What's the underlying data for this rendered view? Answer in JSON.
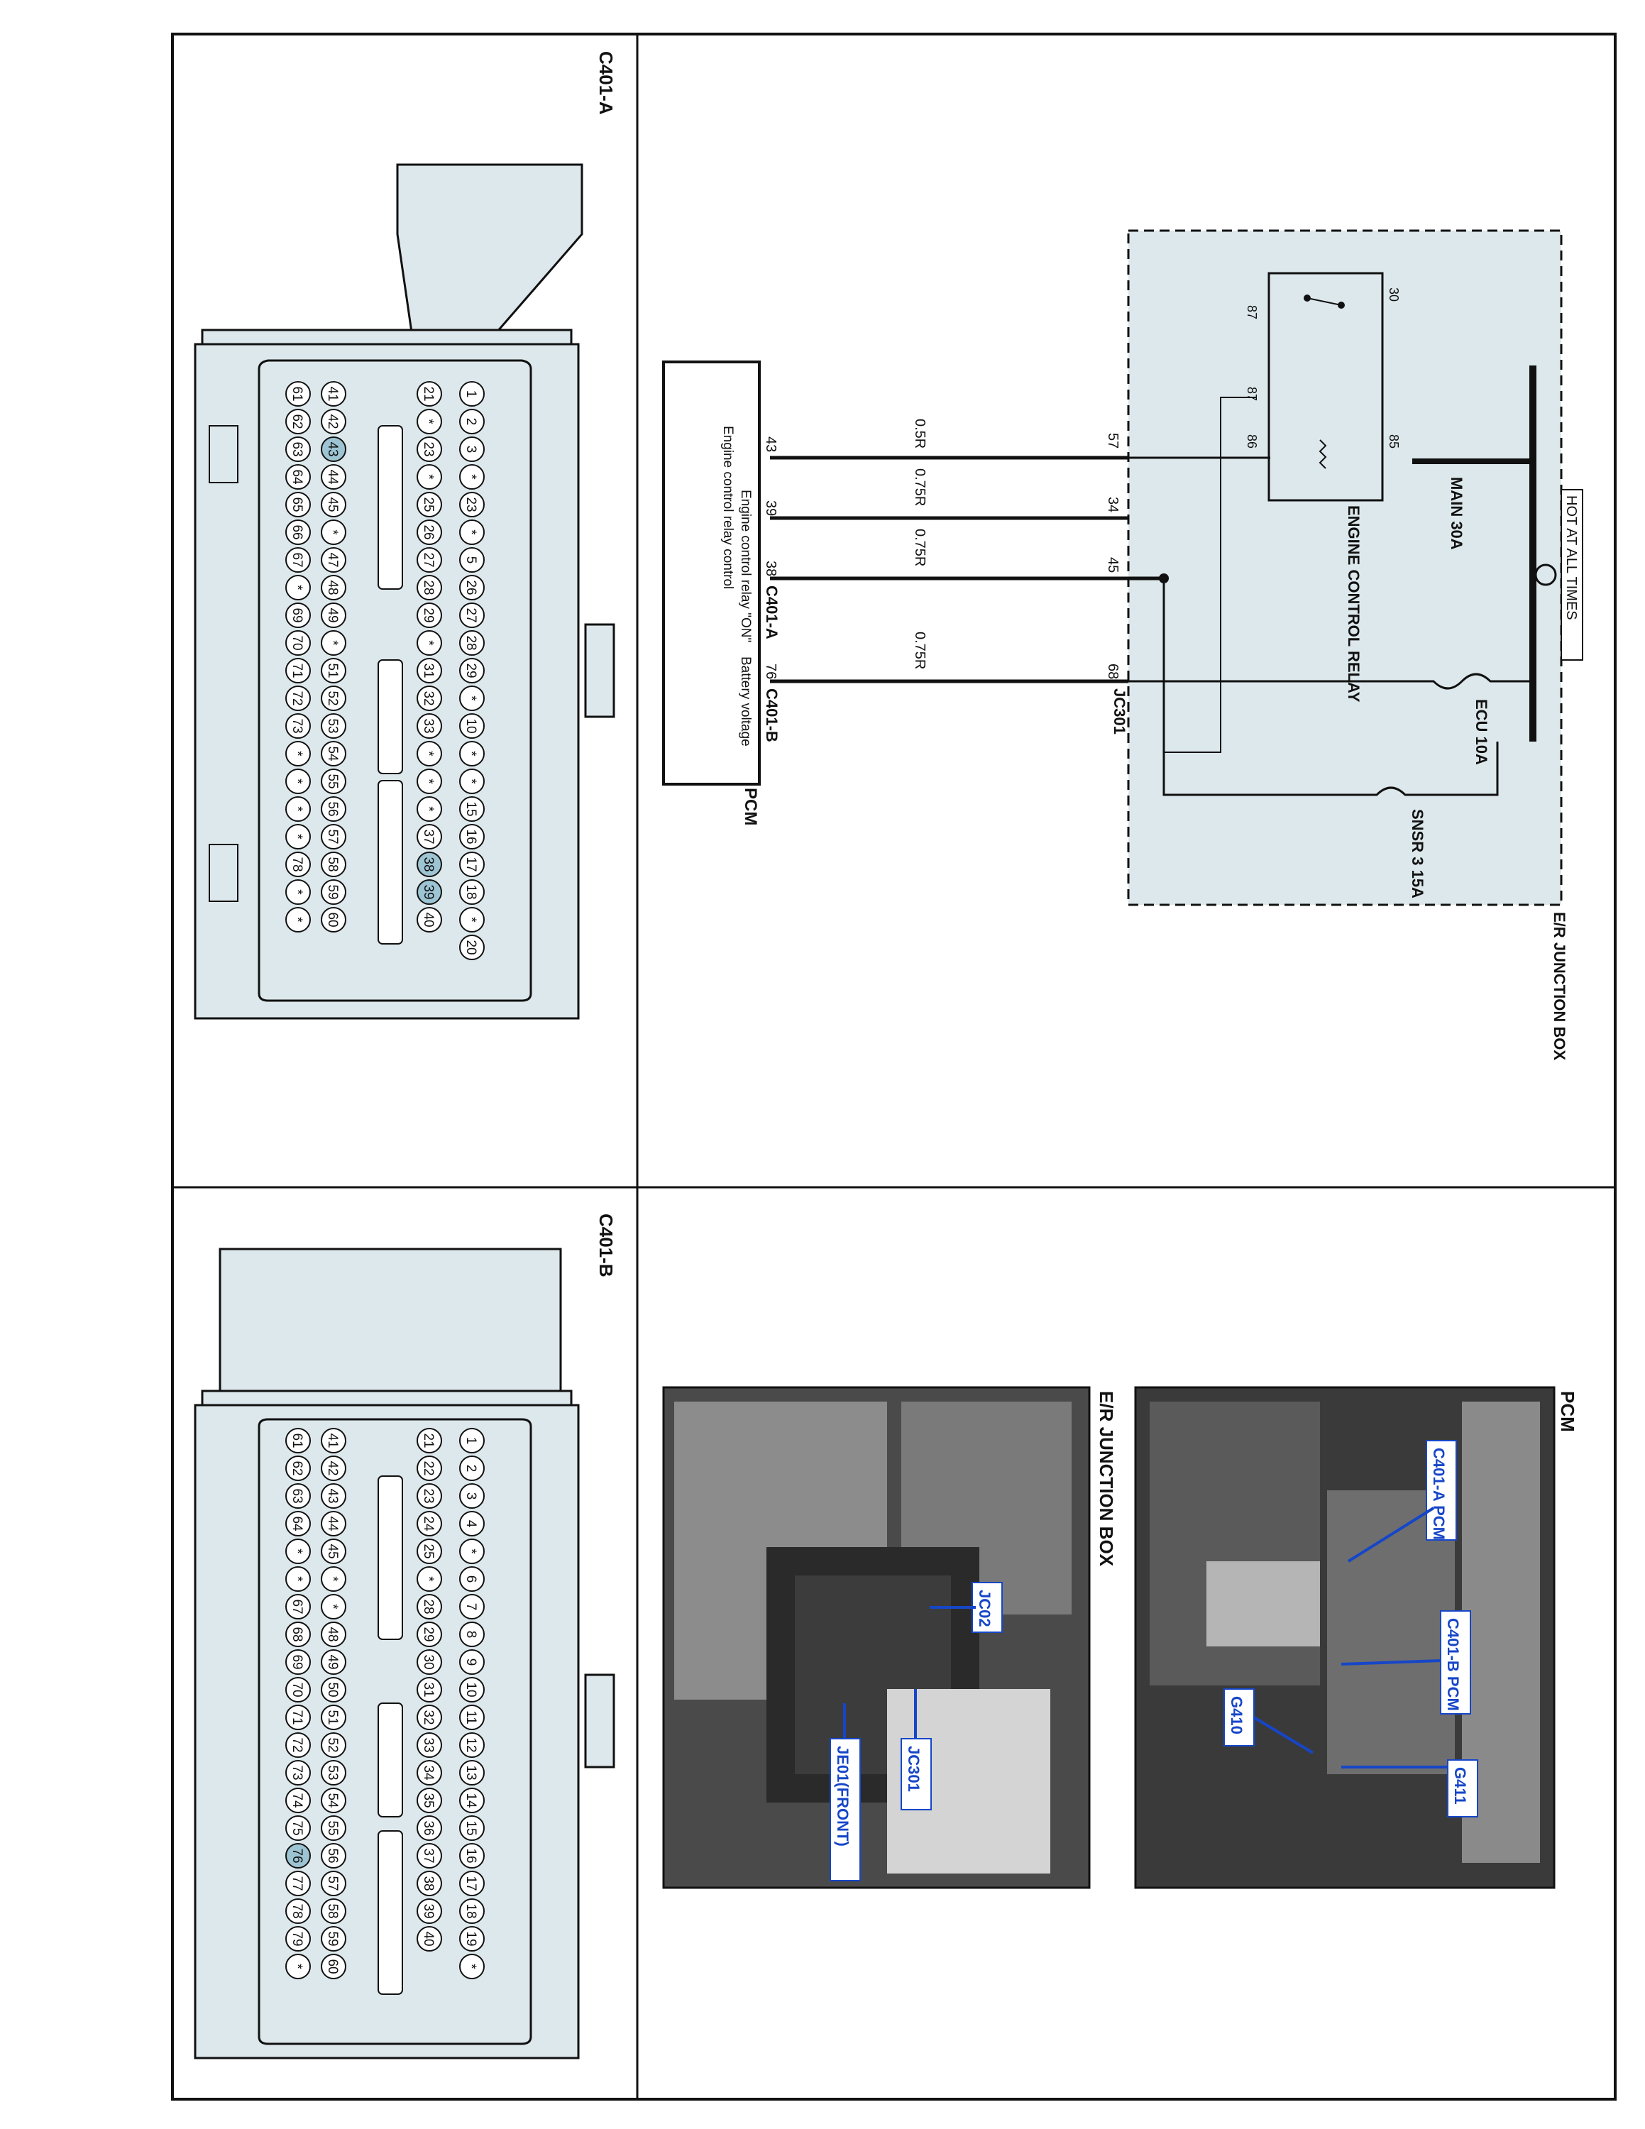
{
  "connector_a": {
    "title": "C401-A",
    "rows": [
      [
        "1",
        "2",
        "3",
        "*",
        "23",
        "*",
        "5",
        "26",
        "27",
        "28",
        "29",
        "*",
        "10",
        "*",
        "*",
        "15",
        "16",
        "17",
        "18",
        "*",
        "20"
      ],
      [
        "21",
        "*",
        "23",
        "*",
        "25",
        "26",
        "27",
        "28",
        "29",
        "*",
        "31",
        "32",
        "33",
        "*",
        "*",
        "*",
        "37",
        "38",
        "39",
        "40"
      ],
      [
        "41",
        "42",
        "43",
        "44",
        "45",
        "*",
        "47",
        "48",
        "49",
        "*",
        "51",
        "52",
        "53",
        "54",
        "55",
        "56",
        "57",
        "58",
        "59",
        "60"
      ],
      [
        "61",
        "62",
        "63",
        "64",
        "65",
        "66",
        "67",
        "*",
        "69",
        "70",
        "71",
        "72",
        "73",
        "*",
        "*",
        "*",
        "*",
        "78",
        "*",
        "*"
      ]
    ],
    "highlighted_pins": [
      "38",
      "39",
      "43"
    ]
  },
  "connector_b": {
    "title": "C401-B",
    "rows": [
      [
        "1",
        "2",
        "3",
        "4",
        "*",
        "6",
        "7",
        "8",
        "9",
        "10",
        "11",
        "12",
        "13",
        "14",
        "15",
        "16",
        "17",
        "18",
        "19",
        "*"
      ],
      [
        "21",
        "22",
        "23",
        "24",
        "25",
        "*",
        "28",
        "29",
        "30",
        "31",
        "32",
        "33",
        "34",
        "35",
        "36",
        "37",
        "38",
        "39",
        "40"
      ],
      [
        "41",
        "42",
        "43",
        "44",
        "45",
        "*",
        "*",
        "48",
        "49",
        "50",
        "51",
        "52",
        "53",
        "54",
        "55",
        "56",
        "57",
        "58",
        "59",
        "60"
      ],
      [
        "61",
        "62",
        "63",
        "64",
        "*",
        "*",
        "67",
        "68",
        "69",
        "70",
        "71",
        "72",
        "73",
        "74",
        "75",
        "76",
        "77",
        "78",
        "79",
        "*"
      ]
    ],
    "highlighted_pins": [
      "76"
    ]
  },
  "schematic": {
    "hot_label": "HOT AT ALL TIMES",
    "junction_box": "E/R JUNCTION BOX",
    "main_fuse": "MAIN 30A",
    "relay_label": "ENGINE CONTROL RELAY",
    "relay_pins": [
      "30",
      "87",
      "87",
      "86",
      "85"
    ],
    "ecu_fuse": "ECU 10A",
    "snsr_fuse": "SNSR 3 15A",
    "jc_pins": [
      "57",
      "34",
      "45",
      "68"
    ],
    "jc_connector": "JC301",
    "wire_colors": [
      "0.5R",
      "0.75R",
      "0.75R",
      "0.75R"
    ],
    "pcm_pins": [
      "43",
      "39",
      "38",
      "76"
    ],
    "pcm_conn_a": "C401-A",
    "pcm_conn_b": "C401-B",
    "pcm_label": "PCM",
    "pcm_desc_1": "Engine control relay control",
    "pcm_desc_2": "Engine control relay \"ON\"",
    "pcm_desc_3": "Battery voltage"
  },
  "photos": {
    "pcm_title": "PCM",
    "pcm_callouts": [
      "C401-A PCM",
      "C401-B PCM",
      "G410",
      "G411"
    ],
    "er_title": "E/R JUNCTION BOX",
    "er_callouts": [
      "JC02",
      "JC301",
      "JE01(FRONT)"
    ]
  },
  "colors": {
    "connector_fill": "#dde8ec",
    "highlight": "#9dc4d2",
    "box_fill": "#dde8ec",
    "callout": "#1646c8"
  }
}
